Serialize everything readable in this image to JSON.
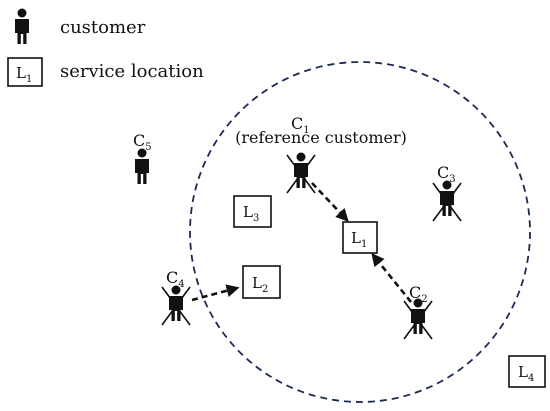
{
  "legend": {
    "customer_label": "customer",
    "service_location_label": "service location",
    "sample_location": {
      "base": "L",
      "sub": "1"
    }
  },
  "customers": [
    {
      "id": "C1",
      "base": "C",
      "sub": "1",
      "note": "(reference customer)",
      "crossed": true
    },
    {
      "id": "C2",
      "base": "C",
      "sub": "2",
      "crossed": true
    },
    {
      "id": "C3",
      "base": "C",
      "sub": "3",
      "crossed": true
    },
    {
      "id": "C4",
      "base": "C",
      "sub": "4",
      "crossed": true
    },
    {
      "id": "C5",
      "base": "C",
      "sub": "5",
      "crossed": false
    }
  ],
  "locations": [
    {
      "id": "L1",
      "base": "L",
      "sub": "1"
    },
    {
      "id": "L2",
      "base": "L",
      "sub": "2"
    },
    {
      "id": "L3",
      "base": "L",
      "sub": "3"
    },
    {
      "id": "L4",
      "base": "L",
      "sub": "4"
    }
  ],
  "assignments": [
    {
      "from": "C1",
      "to": "L1"
    },
    {
      "from": "C2",
      "to": "L1"
    },
    {
      "from": "C4",
      "to": "L2"
    }
  ],
  "colors": {
    "circle": "#1f2a52",
    "ink": "#111111"
  }
}
